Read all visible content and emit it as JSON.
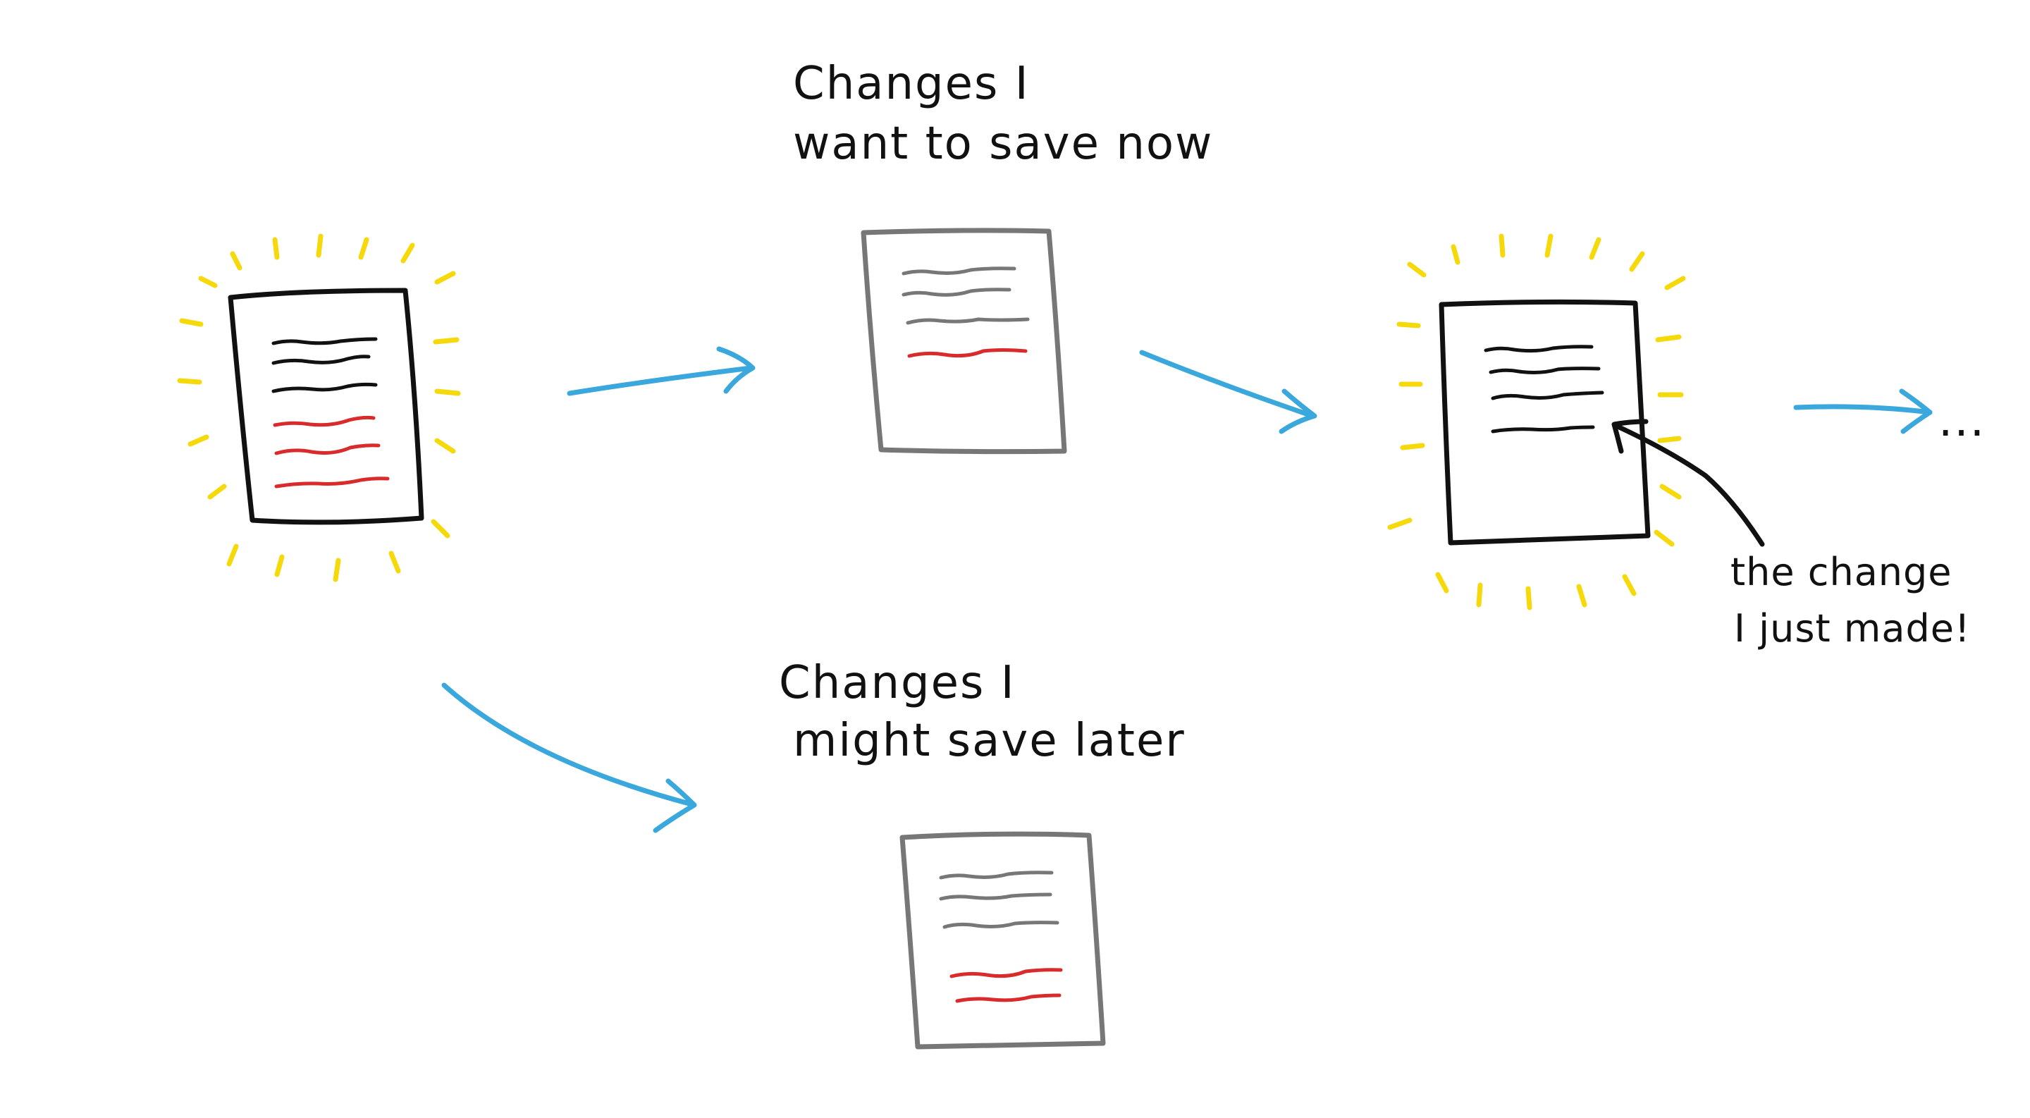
{
  "colors": {
    "background": "#ffffff",
    "ink": "#111111",
    "gray_ink": "#777777",
    "red_ink": "#d92b2b",
    "arrow_blue": "#3aa8dc",
    "glow_yellow": "#f5d90a"
  },
  "labels": {
    "save_now_line1": "Changes I",
    "save_now_line2": "want to save now",
    "save_later_line1": "Changes I",
    "save_later_line2": "might save later",
    "annotation_line1": "the change",
    "annotation_line2": "I just made!",
    "ellipsis": "..."
  },
  "documents": {
    "working": {
      "style": "highlighted",
      "lines": [
        "black",
        "black",
        "black",
        "red",
        "red",
        "red"
      ]
    },
    "save_now": {
      "style": "plain",
      "lines": [
        "gray",
        "gray",
        "gray",
        "red"
      ]
    },
    "committed": {
      "style": "highlighted",
      "lines": [
        "black",
        "black",
        "black",
        "black"
      ]
    },
    "save_later": {
      "style": "plain",
      "lines": [
        "gray",
        "gray",
        "gray",
        "red",
        "red"
      ]
    }
  },
  "icons": {
    "arrow": "arrow-right-icon",
    "annotation_arrow": "pointer-arrow-icon",
    "glow": "glow-rays-icon"
  }
}
